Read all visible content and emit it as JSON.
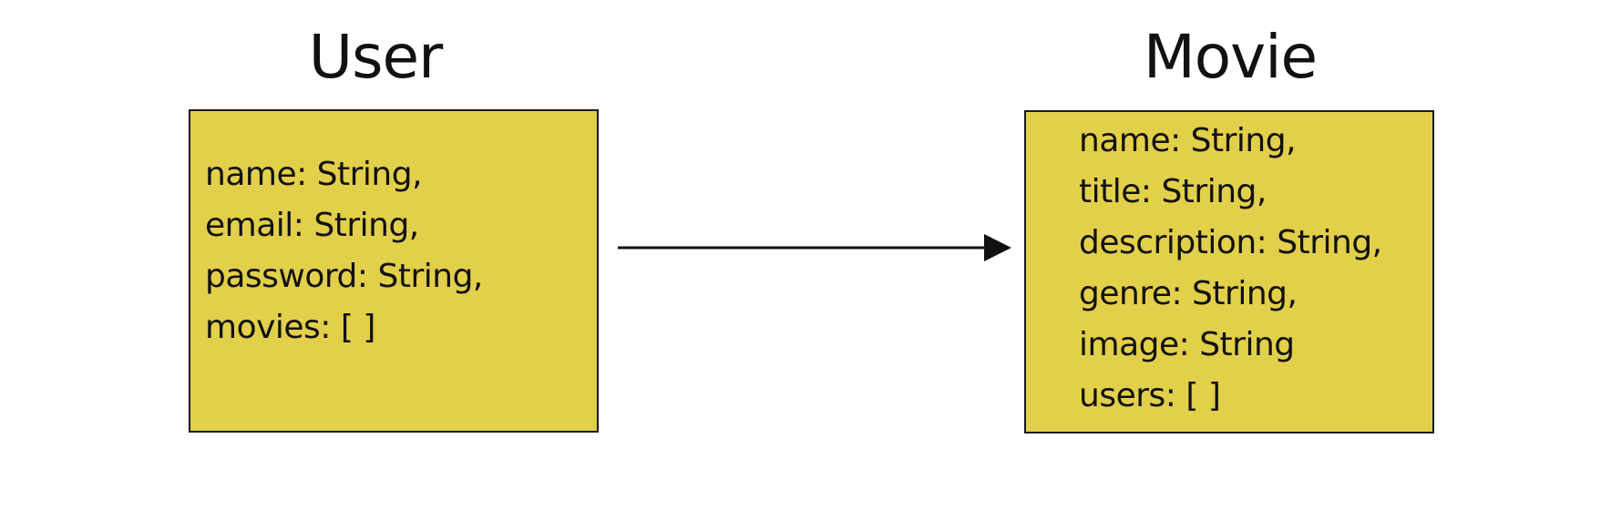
{
  "entities": {
    "user": {
      "title": "User",
      "fields": [
        "name: String,",
        "email: String,",
        "password: String,",
        "movies: [ ]"
      ]
    },
    "movie": {
      "title": "Movie",
      "fields": [
        "name: String,",
        "title: String,",
        "description: String,",
        "genre: String,",
        "image: String",
        "users: [ ]"
      ]
    }
  },
  "colors": {
    "box_fill": "#e2cf4a",
    "box_border": "#1a1a1a",
    "arrow": "#111111",
    "text": "#111111",
    "background": "#ffffff"
  },
  "icons": {
    "relation": "arrow-right-icon"
  }
}
